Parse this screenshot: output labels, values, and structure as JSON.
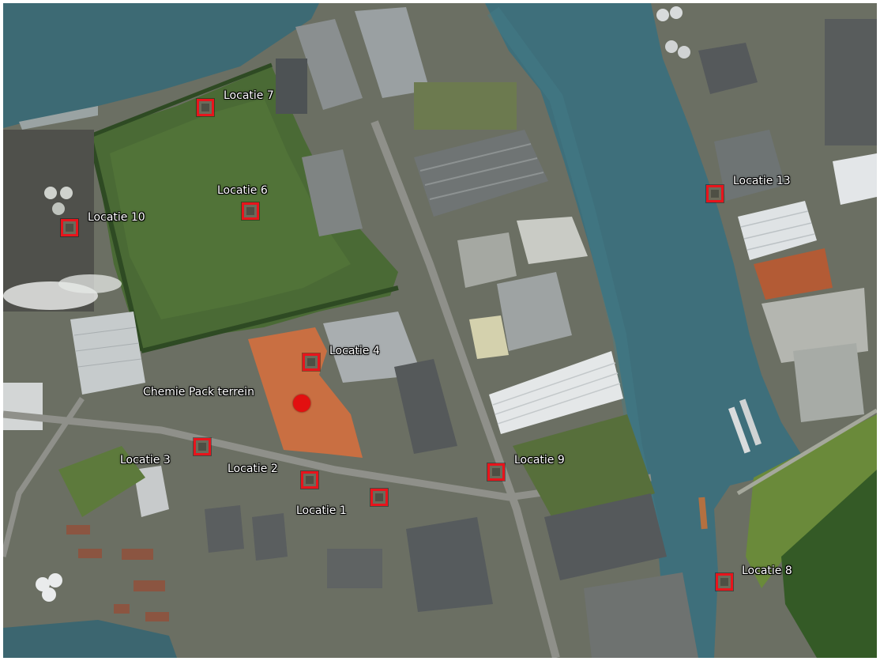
{
  "map": {
    "type": "satellite-aerial",
    "colors": {
      "water": "#3f6f78",
      "grass": "#4c6a33",
      "marker": "#e8141c",
      "site_area": "#d9703c",
      "site_dot": "#e21010",
      "label_text": "#ffffff"
    }
  },
  "site": {
    "label": "Chemie Pack terrein"
  },
  "locations": [
    {
      "id": 1,
      "label": "Locatie 1"
    },
    {
      "id": 2,
      "label": "Locatie 2"
    },
    {
      "id": 3,
      "label": "Locatie 3"
    },
    {
      "id": 4,
      "label": "Locatie 4"
    },
    {
      "id": 6,
      "label": "Locatie 6"
    },
    {
      "id": 7,
      "label": "Locatie 7"
    },
    {
      "id": 8,
      "label": "Locatie 8"
    },
    {
      "id": 9,
      "label": "Locatie 9"
    },
    {
      "id": 10,
      "label": "Locatie 10"
    },
    {
      "id": 13,
      "label": "Locatie 13"
    }
  ]
}
